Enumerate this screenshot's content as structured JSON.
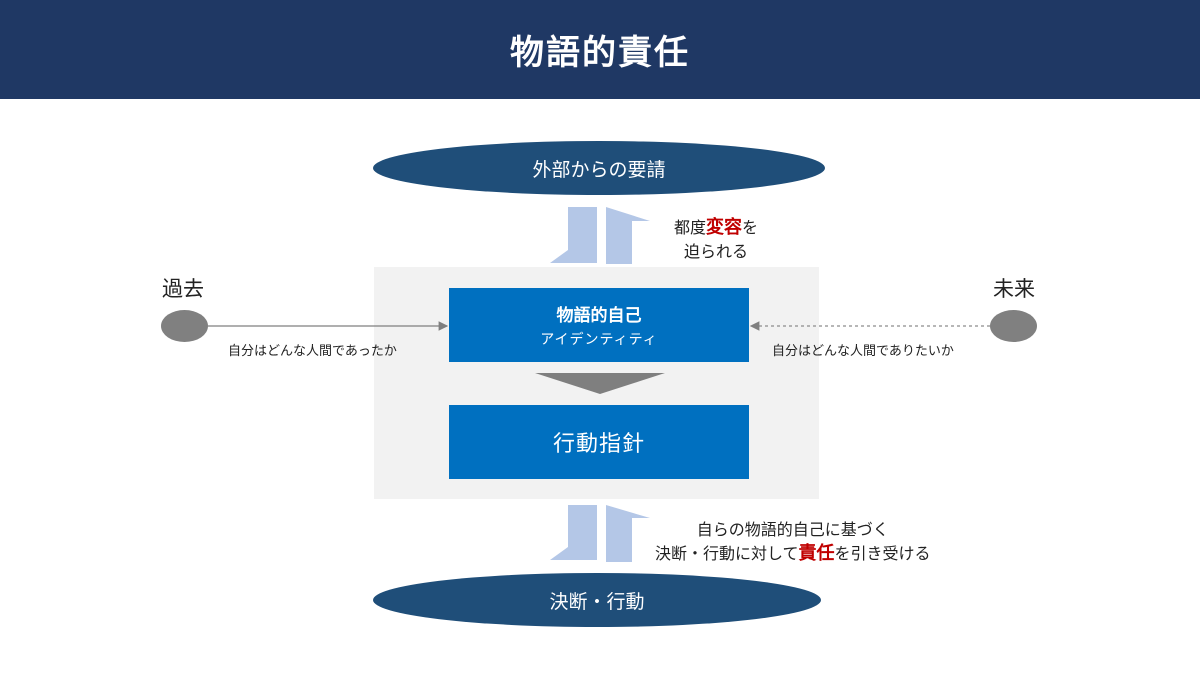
{
  "header": {
    "title": "物語的責任"
  },
  "top_ellipse": {
    "label": "外部からの要請"
  },
  "bottom_ellipse": {
    "label": "決断・行動"
  },
  "self_box": {
    "title": "物語的自己",
    "subtitle": "アイデンティティ"
  },
  "action_box": {
    "label": "行動指針"
  },
  "past": {
    "label": "過去",
    "caption": "自分はどんな人間であったか"
  },
  "future": {
    "label": "未来",
    "caption": "自分はどんな人間でありたいか"
  },
  "note_top": {
    "line1_pre": "都度",
    "line1_highlight": "変容",
    "line1_post": "を",
    "line2": "迫られる"
  },
  "note_bottom": {
    "line1": "自らの物語的自己に基づく",
    "line2_pre": "決断・行動に対して",
    "line2_highlight": "責任",
    "line2_post": "を引き受ける"
  },
  "colors": {
    "header_bg": "#1f3864",
    "ellipse": "#1f4e79",
    "box": "#0070c0",
    "panel": "#f2f2f2",
    "arrow_light": "#b4c7e7",
    "arrow_gray": "#7f7f7f",
    "highlight": "#c00000"
  }
}
